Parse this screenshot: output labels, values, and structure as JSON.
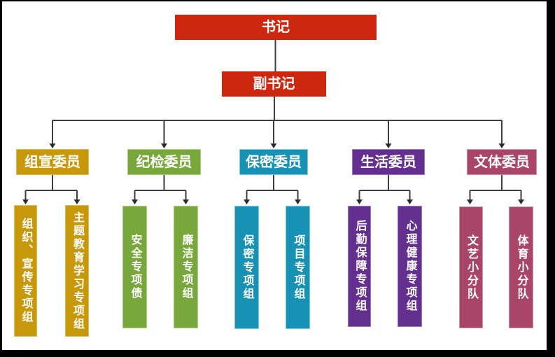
{
  "diagram": {
    "title_node": {
      "label": "书记"
    },
    "deputy_node": {
      "label": "副书记"
    },
    "branches": [
      {
        "label": "组宣委员",
        "color": "#C8980B",
        "children": [
          {
            "label": "组织、宣传专项组"
          },
          {
            "label": "主题教育学习专项组"
          }
        ]
      },
      {
        "label": "纪检委员",
        "color": "#78A83C",
        "children": [
          {
            "label": "安全专项债"
          },
          {
            "label": "廉洁专项组"
          }
        ]
      },
      {
        "label": "保密委员",
        "color": "#1792B5",
        "children": [
          {
            "label": "保密专项组"
          },
          {
            "label": "项目专项组"
          }
        ]
      },
      {
        "label": "生活委员",
        "color": "#643090",
        "children": [
          {
            "label": "后勤保障专项组"
          },
          {
            "label": "心理健康专项组"
          }
        ]
      },
      {
        "label": "文体委员",
        "color": "#A84569",
        "children": [
          {
            "label": "文艺小分队"
          },
          {
            "label": "体育小分队"
          }
        ]
      }
    ],
    "node_colors": {
      "root": "#CE2710",
      "connector": "#3D3D3D",
      "text": "#FFFFFF",
      "frame": "#000000",
      "canvas": "#FFFFFF"
    }
  }
}
